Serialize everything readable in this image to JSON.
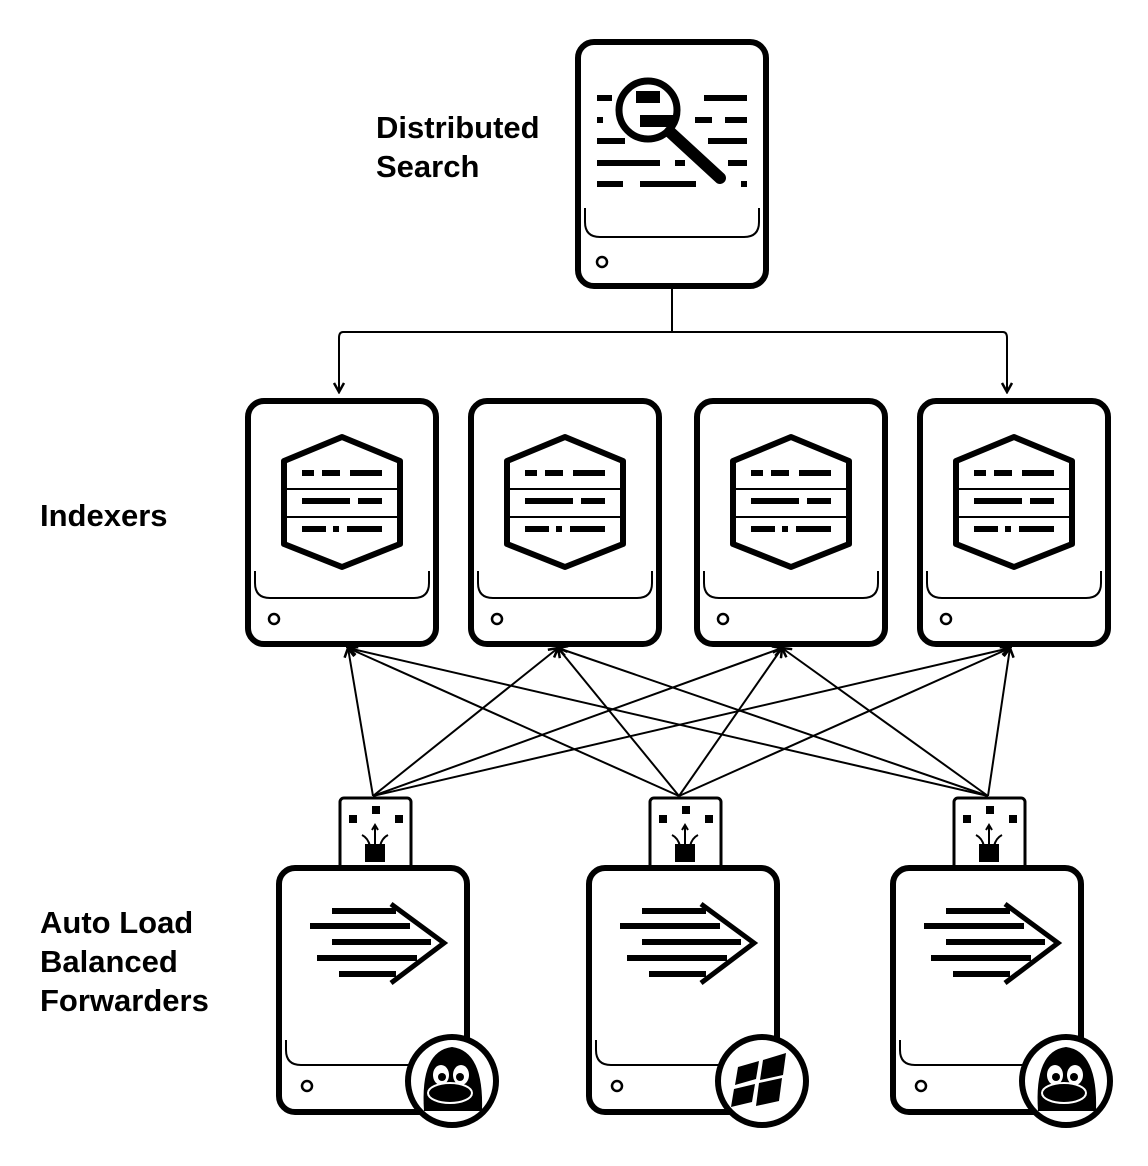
{
  "tiers": {
    "search": {
      "label": "Distributed\nSearch",
      "count": 1
    },
    "indexers": {
      "label": "Indexers",
      "count": 4
    },
    "forwarders": {
      "label": "Auto Load\nBalanced\nForwarders",
      "count": 3,
      "os": [
        "linux",
        "windows",
        "linux"
      ]
    }
  },
  "colors": {
    "stroke": "#000000",
    "fill": "#ffffff"
  }
}
